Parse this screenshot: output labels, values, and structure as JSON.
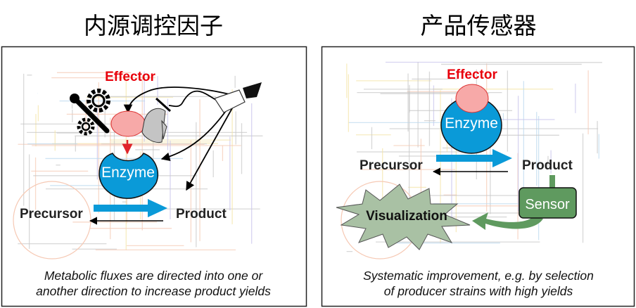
{
  "left_panel": {
    "title": "内源调控因子",
    "effector_label": "Effector",
    "enzyme_label": "Enzyme",
    "precursor_label": "Precursor",
    "product_label": "Product",
    "caption_line1": "Metabolic fluxes are directed into one or",
    "caption_line2": "another direction to increase product yields"
  },
  "right_panel": {
    "title": "产品传感器",
    "effector_label": "Effector",
    "enzyme_label": "Enzyme",
    "precursor_label": "Precursor",
    "product_label": "Product",
    "sensor_label": "Sensor",
    "visualization_label": "Visualization",
    "caption_line1": "Systematic improvement, e.g. by selection",
    "caption_line2": "of producer strains with high yields"
  },
  "colors": {
    "effector_red": "#e8000b",
    "enzyme_blue": "#0a9ad8",
    "effector_pink": "#f7a9a8",
    "sensor_green": "#5f9a5f",
    "visualization_green": "#a9c1a4"
  }
}
